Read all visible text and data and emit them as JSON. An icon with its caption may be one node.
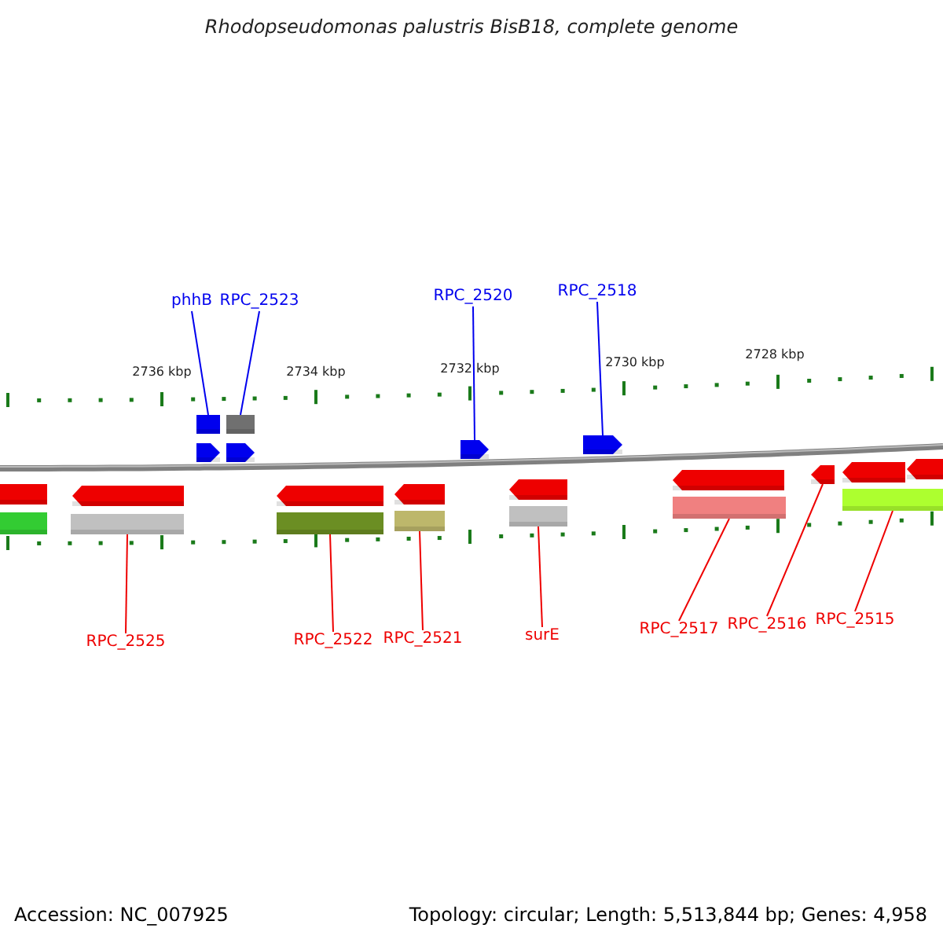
{
  "diagram": {
    "title": "Rhodopseudomonas palustris BisB18, complete genome",
    "nodes": [
      {
        "text": [
          "phhB"
        ]
      },
      {
        "text": [],
        "shape": "bar"
      },
      {
        "text": [
          "RPC_2523"
        ]
      },
      {
        "text": [],
        "shape": "bar"
      },
      {
        "text": [
          "RPC_2520"
        ]
      },
      {
        "text": [],
        "shape": "arrow"
      },
      {
        "text": [
          "RPC_2518"
        ]
      },
      {
        "text": [],
        "shape": "arrow"
      },
      {
        "text": [
          "RPC_2525"
        ]
      },
      {
        "text": [],
        "shape": "bar"
      },
      {
        "text": [
          "RPC_2522"
        ]
      },
      {
        "text": [],
        "shape": "bar"
      },
      {
        "text": [
          "RPC_2521"
        ]
      },
      {
        "text": [],
        "shape": "bar"
      },
      {
        "text": [
          "surE"
        ]
      },
      {
        "text": [],
        "shape": "bar"
      },
      {
        "text": [
          "RPC_2517"
        ]
      },
      {
        "text": [],
        "shape": "bar"
      },
      {
        "text": [
          "RPC_2516"
        ]
      },
      {
        "text": [],
        "shape": "arrow"
      },
      {
        "text": [
          "RPC_2515"
        ]
      },
      {
        "text": [],
        "shape": "bar"
      },
      {
        "text": [],
        "shape": "arrow"
      },
      {
        "text": [],
        "shape": "arrow"
      },
      {
        "text": [],
        "shape": "bar"
      },
      {
        "text": [],
        "shape": "arrow"
      },
      {
        "text": [],
        "shape": "arrow"
      },
      {
        "text": [],
        "shape": "arrow"
      },
      {
        "text": [],
        "shape": "arrow"
      },
      {
        "text": [],
        "shape": "arrow"
      },
      {
        "text": [],
        "shape": "arrow"
      },
      {
        "text": [],
        "shape": "arrow"
      },
      {
        "text": [],
        "shape": "bar"
      }
    ],
    "edges": [
      {
        "from": 0,
        "to": 1,
        "arrow": "none",
        "color": "#0000ee"
      },
      {
        "from": 2,
        "to": 3,
        "arrow": "none",
        "color": "#0000ee"
      },
      {
        "from": 4,
        "to": 5,
        "arrow": "none",
        "color": "#0000ee"
      },
      {
        "from": 6,
        "to": 7,
        "arrow": "none",
        "color": "#0000ee"
      },
      {
        "from": 8,
        "to": 9,
        "arrow": "none"
      },
      {
        "from": 10,
        "to": 11,
        "arrow": "none"
      },
      {
        "from": 12,
        "to": 13,
        "arrow": "none"
      },
      {
        "from": 14,
        "to": 15,
        "arrow": "none"
      },
      {
        "from": 16,
        "to": 17,
        "arrow": "none"
      },
      {
        "from": 18,
        "to": 19,
        "arrow": "none"
      },
      {
        "from": 20,
        "to": 21,
        "arrow": "none"
      }
    ],
    "labels": [
      "2736 kbp",
      "2734 kbp",
      "2732 kbp",
      "2730 kbp",
      "2728 kbp",
      "Accession: NC_007925",
      "Topology: circular; Length: 5,513,844 bp; Genes: 4,958"
    ]
  }
}
